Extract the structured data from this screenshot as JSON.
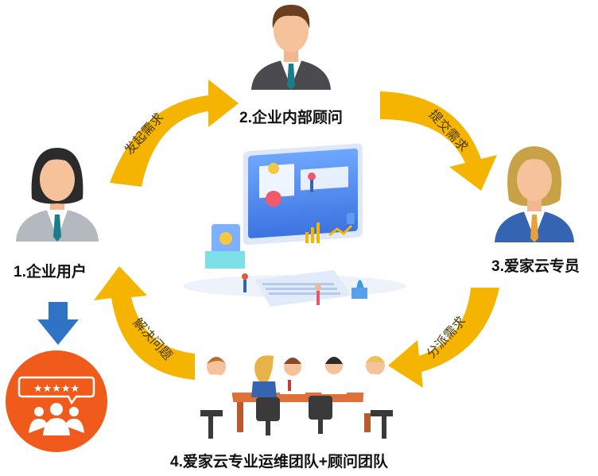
{
  "nodes": {
    "user": "1.企业用户",
    "consultant": "2.企业内部顾问",
    "specialist": "3.爱家云专员",
    "team": "4.爱家云专业运维团队+顾问团队"
  },
  "arrows": {
    "a1": "发起需求",
    "a2": "提交需求",
    "a3": "分派需求",
    "a4": "解决问题"
  },
  "badge": {
    "stars": "★★★★★"
  },
  "colors": {
    "arrow": "#f5b400",
    "down_arrow": "#2f73c4",
    "badge": "#f05a1a",
    "suit": "#b4b9c0",
    "tie": "#1a7d8a"
  }
}
